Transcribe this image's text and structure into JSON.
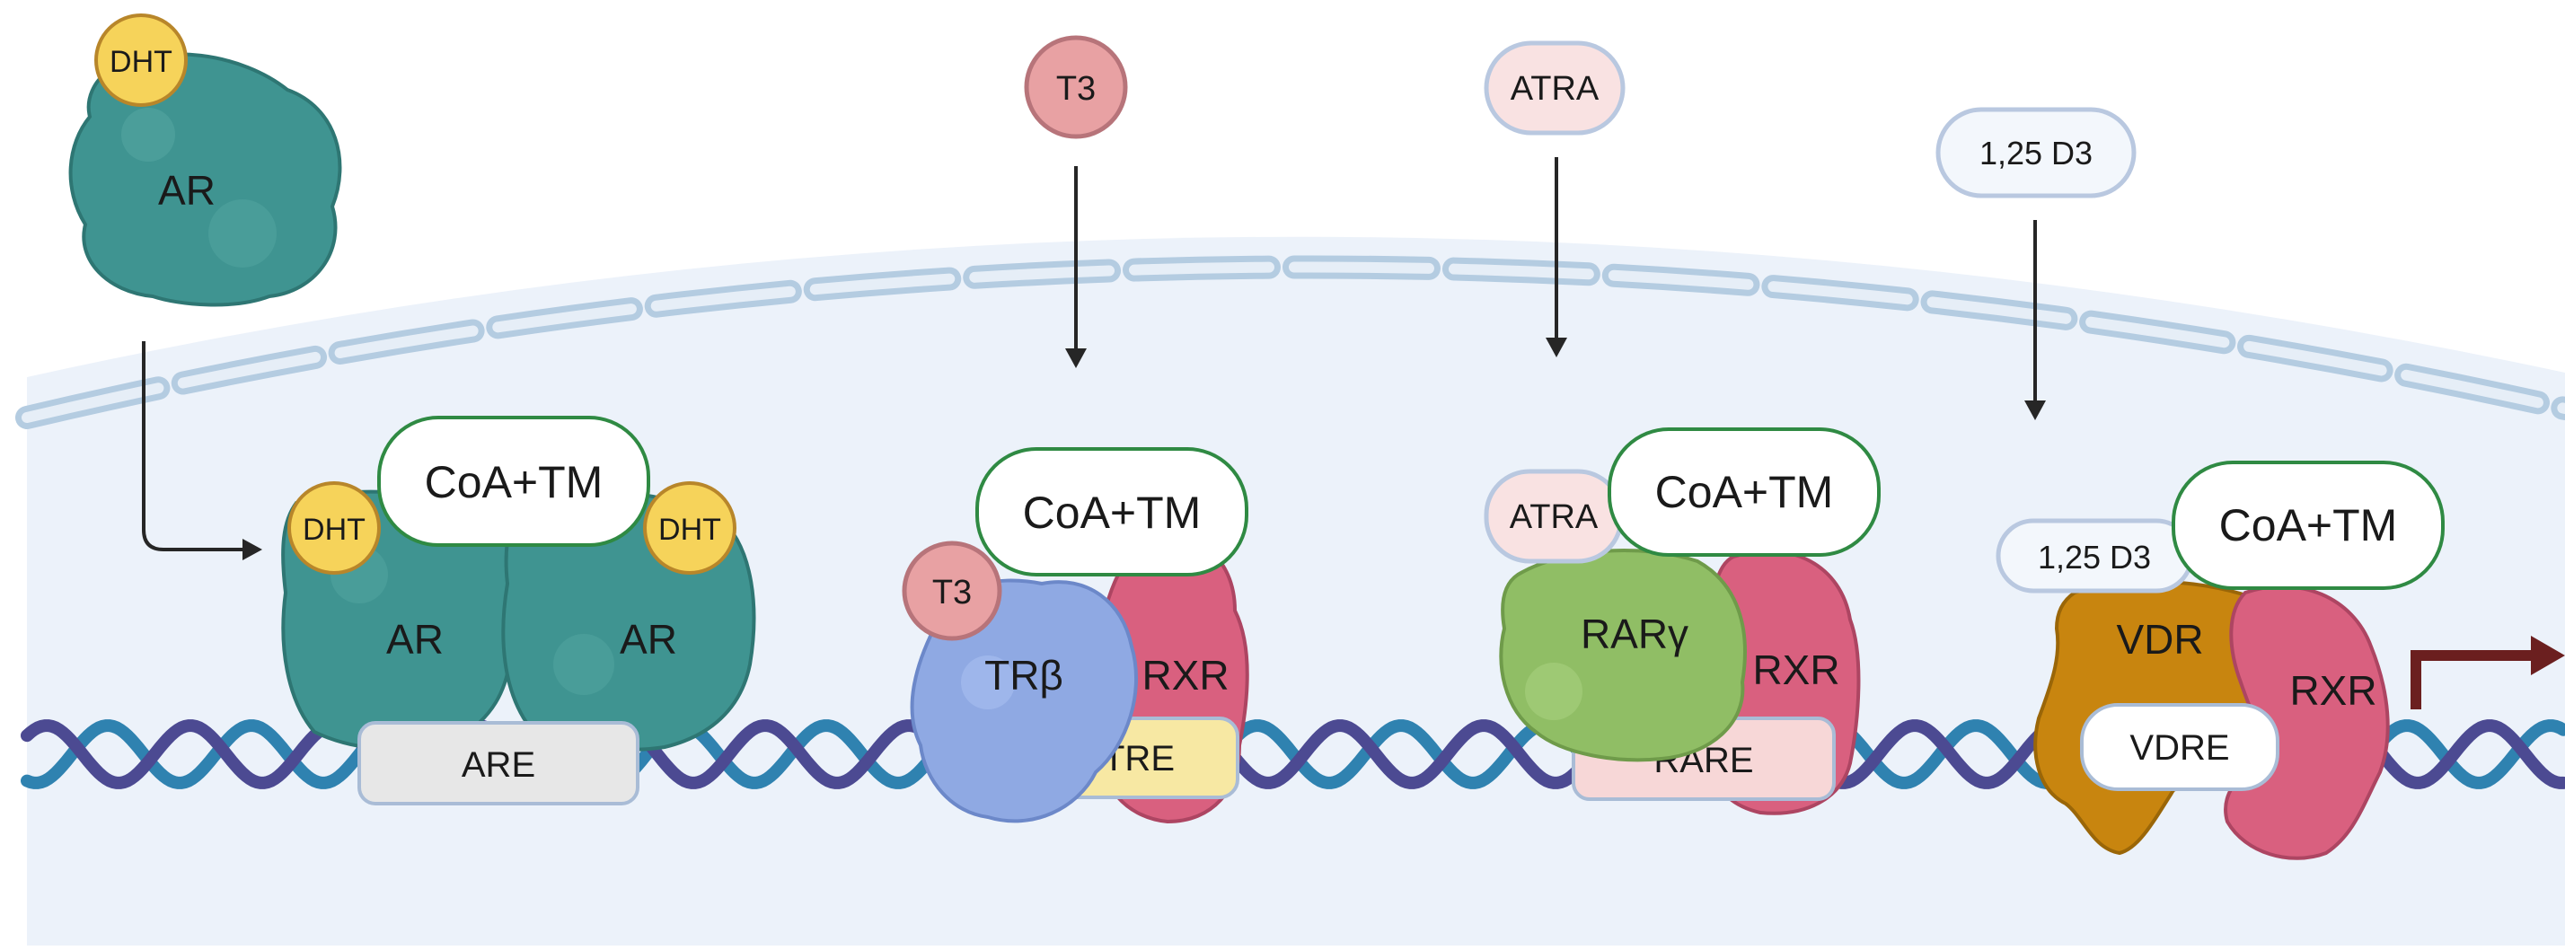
{
  "ligands": {
    "dht": "DHT",
    "t3": "T3",
    "atra": "ATRA",
    "d3": "1,25 D3"
  },
  "receptors": {
    "ar": "AR",
    "trb": "TRβ",
    "rxr": "RXR",
    "rarg": "RARγ",
    "vdr": "VDR"
  },
  "complex": "CoA+TM",
  "elements": {
    "are": "ARE",
    "tre": "TRE",
    "rare": "RARE",
    "vdre": "VDRE"
  },
  "colors": {
    "ar_teal": "#3f9491",
    "ligand_yellow": "#f6d35a",
    "t3_pink": "#e8a1a3",
    "trb_blue": "#8fa9e3",
    "rxr_pink": "#d9607f",
    "rarg_green": "#90be65",
    "vdr_orange": "#c8850f",
    "coa_border": "#2f8a43",
    "nucleus": "#ecf2fa",
    "dna_blue": "#2f82b0",
    "dna_purple": "#4c4a92",
    "arrow_dark": "#262626",
    "tss_arrow": "#6b1f1f"
  }
}
